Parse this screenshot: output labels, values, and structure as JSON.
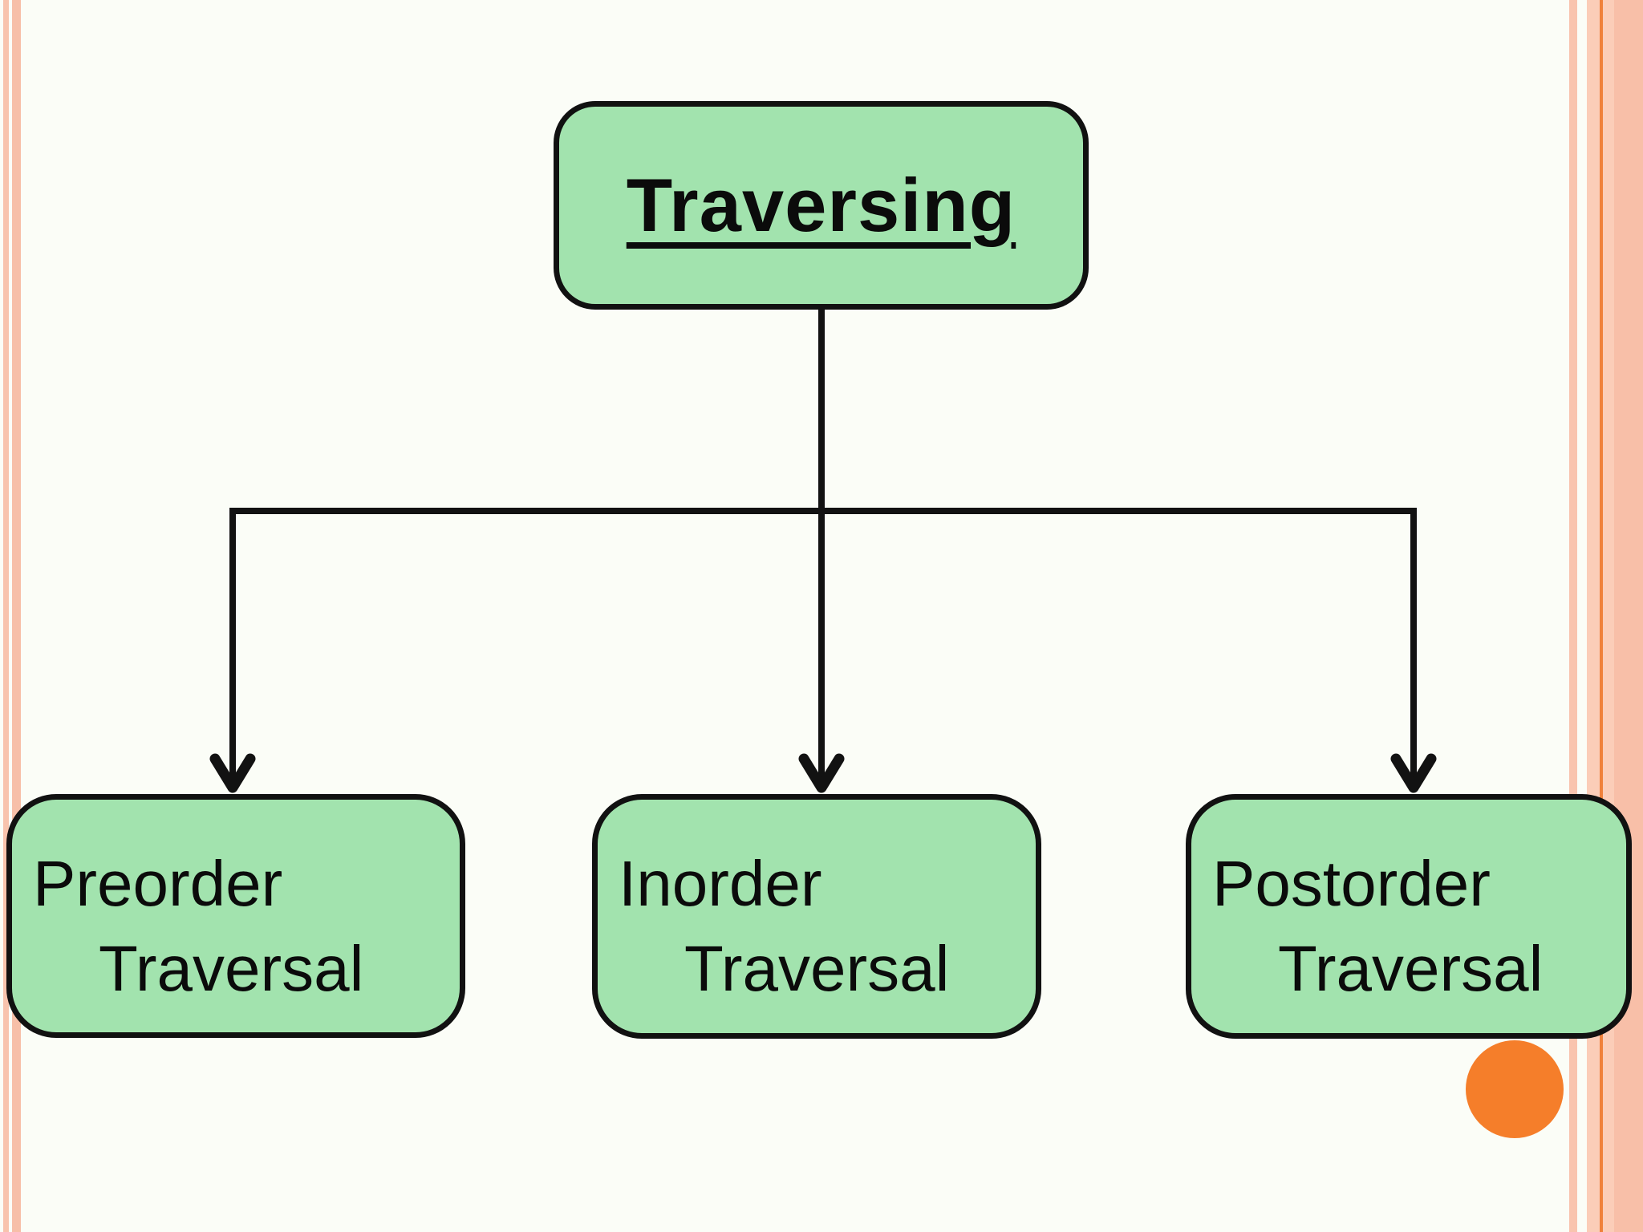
{
  "slide": {
    "background_color": "#FBFDF7",
    "node_fill_color": "#A2E3AE",
    "node_outline_color": "#111111",
    "stripe_color": "#F8C3AD",
    "right_band_color": "#FBCDB8",
    "right_band_line_color": "#F0813B",
    "circle_color": "#F57E2A"
  },
  "diagram": {
    "type": "tree",
    "root": {
      "label": "Traversing"
    },
    "children": [
      {
        "line1": "Preorder",
        "line2": "Traversal"
      },
      {
        "line1": "Inorder",
        "line2": "Traversal"
      },
      {
        "line1": "Postorder",
        "line2": "Traversal"
      }
    ]
  }
}
